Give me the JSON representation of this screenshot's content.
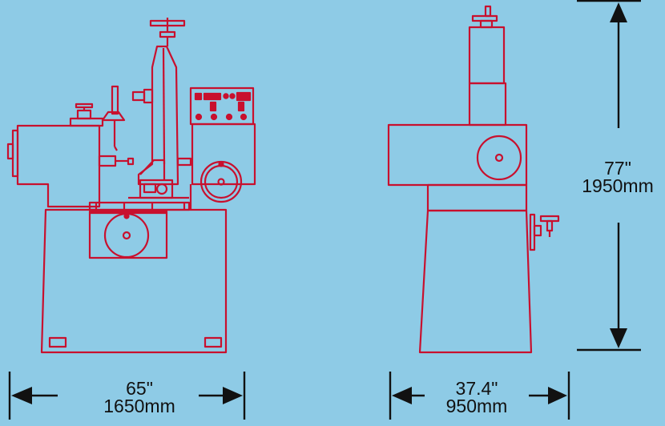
{
  "colors": {
    "background": "#8ecbe6",
    "outline": "#c8102e",
    "dimension": "#111111"
  },
  "dimensions": {
    "width_front": {
      "inches": "65\"",
      "mm": "1650mm"
    },
    "width_side": {
      "inches": "37.4\"",
      "mm": "950mm"
    },
    "height": {
      "inches": "77\"",
      "mm": "1950mm"
    }
  }
}
